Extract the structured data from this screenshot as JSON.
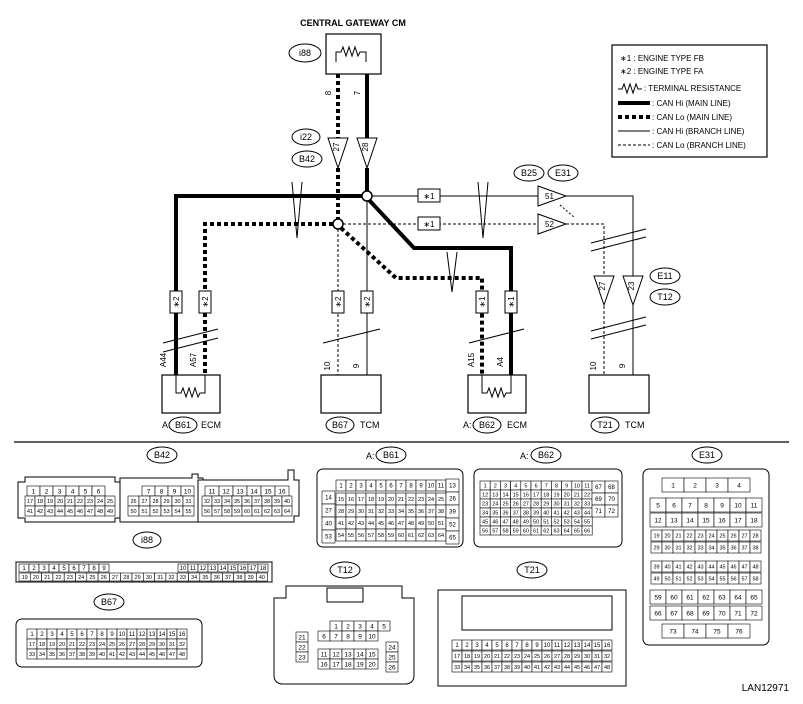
{
  "title": "CENTRAL GATEWAY CM",
  "figure_id": "LAN12971",
  "legend": {
    "fb": "∗1 : ENGINE TYPE FB",
    "fa": "∗2 : ENGINE TYPE FA",
    "term": ": TERMINAL RESISTANCE",
    "hi_main": ": CAN Hi (MAIN LINE)",
    "lo_main": ": CAN Lo (MAIN LINE)",
    "hi_branch": ": CAN Hi (BRANCH LINE)",
    "lo_branch": ": CAN Lo (BRANCH LINE)"
  },
  "connectors": {
    "i88": "i88",
    "i22": "i22",
    "b42": "B42",
    "b25": "B25",
    "e31": "E31",
    "e11": "E11",
    "t12": "T12",
    "b61": "B61",
    "b67": "B67",
    "b62": "B62",
    "t21": "T21"
  },
  "pins": {
    "p8": "8",
    "p7": "7",
    "p27": "27",
    "p28": "28",
    "p51": "51",
    "p52": "52",
    "p27b": "27",
    "p23": "23",
    "a44": "A44",
    "a57": "A57",
    "p10": "10",
    "p9": "9",
    "a15": "A15",
    "a4": "A4",
    "p10b": "10",
    "p9b": "9"
  },
  "marks": {
    "star1": "∗1",
    "star2": "∗2"
  },
  "labels": {
    "a_prefix": "A:",
    "ecm": "ECM",
    "tcm": "TCM"
  },
  "pinouts": {
    "b42_r1": [
      "1",
      "2",
      "3",
      "4",
      "5",
      "6"
    ],
    "b42_r2": [
      "17",
      "18",
      "19",
      "20",
      "21",
      "22",
      "23",
      "24",
      "25"
    ],
    "b42_r3": [
      "41",
      "42",
      "43",
      "44",
      "45",
      "46",
      "47",
      "48",
      "49"
    ],
    "b42_m1": [
      "7",
      "8",
      "9",
      "10"
    ],
    "b42_m2": [
      "26",
      "27",
      "28",
      "29",
      "30",
      "31"
    ],
    "b42_m3": [
      "50",
      "51",
      "52",
      "53",
      "54",
      "55"
    ],
    "b42_g1": [
      "11",
      "12",
      "13",
      "14",
      "15",
      "16"
    ],
    "b42_g2": [
      "32",
      "33",
      "34",
      "35",
      "36",
      "37",
      "38",
      "39",
      "40"
    ],
    "b42_g3": [
      "56",
      "57",
      "58",
      "59",
      "60",
      "61",
      "62",
      "63",
      "64"
    ],
    "b61_top": [
      "1",
      "2",
      "3",
      "4",
      "5",
      "6",
      "7",
      "8",
      "9",
      "10",
      "11",
      "12"
    ],
    "b61_rows": [
      [
        "15",
        "16",
        "17",
        "18",
        "19",
        "20",
        "21",
        "22",
        "23",
        "24",
        "25"
      ],
      [
        "28",
        "29",
        "30",
        "31",
        "32",
        "33",
        "34",
        "35",
        "36",
        "37",
        "38"
      ],
      [
        "41",
        "42",
        "43",
        "44",
        "45",
        "46",
        "47",
        "48",
        "49",
        "50",
        "51"
      ],
      [
        "54",
        "55",
        "56",
        "57",
        "58",
        "59",
        "60",
        "61",
        "62",
        "63",
        "64"
      ]
    ],
    "b61_left": [
      "14",
      "27",
      "40",
      "53"
    ],
    "b61_right": [
      "13",
      "26",
      "39",
      "52",
      "65"
    ],
    "b62_rows": [
      [
        "1",
        "2",
        "3",
        "4",
        "5",
        "6",
        "7",
        "8",
        "9",
        "10",
        "11"
      ],
      [
        "12",
        "13",
        "14",
        "15",
        "16",
        "17",
        "18",
        "19",
        "20",
        "21",
        "22"
      ],
      [
        "23",
        "24",
        "25",
        "26",
        "27",
        "28",
        "29",
        "30",
        "31",
        "32",
        "33"
      ],
      [
        "34",
        "35",
        "36",
        "37",
        "38",
        "39",
        "40",
        "41",
        "42",
        "43",
        "44"
      ],
      [
        "45",
        "46",
        "47",
        "48",
        "49",
        "50",
        "51",
        "52",
        "53",
        "54",
        "55"
      ],
      [
        "56",
        "57",
        "58",
        "59",
        "60",
        "61",
        "62",
        "63",
        "64",
        "65",
        "66"
      ]
    ],
    "b62_side": [
      "67",
      "68",
      "69",
      "70",
      "71",
      "72"
    ],
    "e31_rows": [
      [
        "1",
        "2",
        "3",
        "4"
      ],
      [
        "5",
        "6",
        "7",
        "8",
        "9",
        "10",
        "11"
      ],
      [
        "12",
        "13",
        "14",
        "15",
        "16",
        "17",
        "18"
      ],
      [
        "19",
        "20",
        "21",
        "22",
        "23",
        "24",
        "25",
        "26",
        "27",
        "28"
      ],
      [
        "29",
        "30",
        "31",
        "32",
        "33",
        "34",
        "35",
        "36",
        "37",
        "38"
      ],
      [
        "39",
        "40",
        "41",
        "42",
        "43",
        "44",
        "45",
        "46",
        "47",
        "48"
      ],
      [
        "49",
        "50",
        "51",
        "52",
        "53",
        "54",
        "55",
        "56",
        "57",
        "58"
      ],
      [
        "59",
        "60",
        "61",
        "62",
        "63",
        "64",
        "65"
      ],
      [
        "66",
        "67",
        "68",
        "69",
        "70",
        "71",
        "72"
      ],
      [
        "73",
        "74",
        "75",
        "76"
      ]
    ],
    "i88_r1": [
      "1",
      "2",
      "3",
      "4",
      "5",
      "6",
      "7",
      "8",
      "9"
    ],
    "i88_r1b": [
      "10",
      "11",
      "12",
      "13",
      "14",
      "15",
      "16",
      "17",
      "18"
    ],
    "i88_r2": [
      "19",
      "20",
      "21",
      "22",
      "23",
      "24",
      "25",
      "26",
      "27",
      "28",
      "29",
      "30",
      "31",
      "32",
      "33",
      "34",
      "35",
      "36",
      "37",
      "38",
      "39",
      "40"
    ],
    "b67_r1": [
      "1",
      "2",
      "3",
      "4",
      "5",
      "6",
      "7",
      "8",
      "9",
      "10",
      "11",
      "12",
      "13",
      "14",
      "15",
      "16"
    ],
    "b67_r2": [
      "17",
      "18",
      "19",
      "20",
      "21",
      "22",
      "23",
      "24",
      "25",
      "26",
      "27",
      "28",
      "29",
      "30",
      "31",
      "32"
    ],
    "b67_r3": [
      "33",
      "34",
      "35",
      "36",
      "37",
      "38",
      "39",
      "40",
      "41",
      "42",
      "43",
      "44",
      "45",
      "46",
      "47",
      "48"
    ],
    "t12_top": [
      "1",
      "2",
      "3",
      "4",
      "5"
    ],
    "t12_r2": [
      "6",
      "7",
      "8",
      "9",
      "10"
    ],
    "t12_r3": [
      "11",
      "12",
      "13",
      "14",
      "15"
    ],
    "t12_r4": [
      "16",
      "17",
      "18",
      "19",
      "20"
    ],
    "t12_left": [
      "21",
      "22",
      "23"
    ],
    "t12_right": [
      "24",
      "25",
      "26"
    ],
    "t21_r1": [
      "1",
      "2",
      "3",
      "4",
      "5",
      "6",
      "7",
      "8",
      "9",
      "10",
      "11",
      "12",
      "13",
      "14",
      "15",
      "16"
    ],
    "t21_r2": [
      "17",
      "18",
      "19",
      "20",
      "21",
      "22",
      "23",
      "24",
      "25",
      "26",
      "27",
      "28",
      "29",
      "30",
      "31",
      "32"
    ],
    "t21_r3": [
      "33",
      "34",
      "35",
      "36",
      "37",
      "38",
      "39",
      "40",
      "41",
      "42",
      "43",
      "44",
      "45",
      "46",
      "47",
      "48"
    ]
  }
}
